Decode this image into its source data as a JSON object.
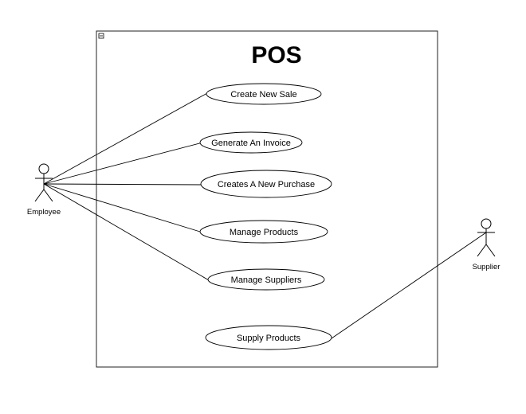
{
  "diagram": {
    "system_title": "POS",
    "use_cases": [
      {
        "label": "Create New Sale"
      },
      {
        "label": "Generate An Invoice"
      },
      {
        "label": "Creates A New Purchase"
      },
      {
        "label": "Manage Products"
      },
      {
        "label": "Manage Suppliers"
      },
      {
        "label": "Supply Products"
      }
    ],
    "actors": [
      {
        "label": "Employee"
      },
      {
        "label": "Supplier"
      }
    ]
  }
}
